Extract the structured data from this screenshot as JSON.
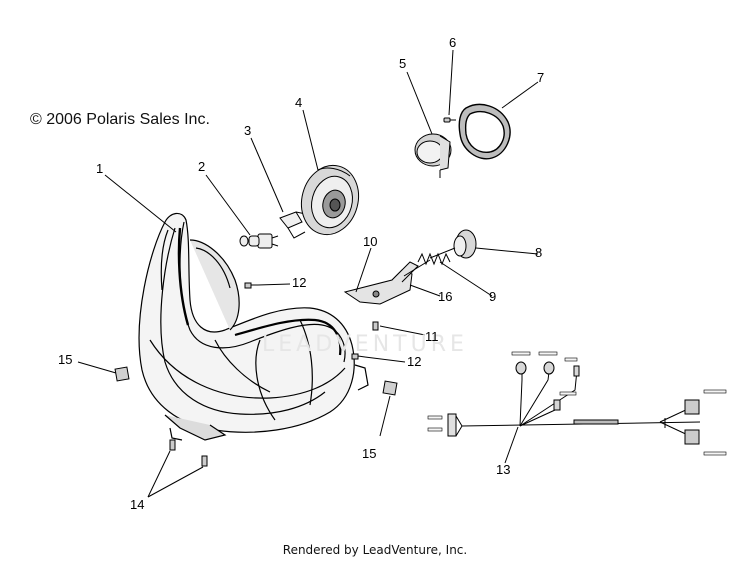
{
  "copyright": "© 2006 Polaris Sales Inc.",
  "footer": "Rendered by LeadVenture, Inc.",
  "watermark": "LEADVENTURE",
  "callouts": {
    "c1": "1",
    "c2": "2",
    "c3": "3",
    "c4": "4",
    "c5": "5",
    "c6": "6",
    "c7": "7",
    "c8": "8",
    "c9": "9",
    "c10": "10",
    "c11": "11",
    "c12a": "12",
    "c12b": "12",
    "c13": "13",
    "c14": "14",
    "c15a": "15",
    "c15b": "15",
    "c16": "16"
  },
  "colors": {
    "line": "#000000",
    "fill_light": "#e9e9e9",
    "fill_mid": "#c8c8c8",
    "fill_dark": "#7a7a7a"
  }
}
